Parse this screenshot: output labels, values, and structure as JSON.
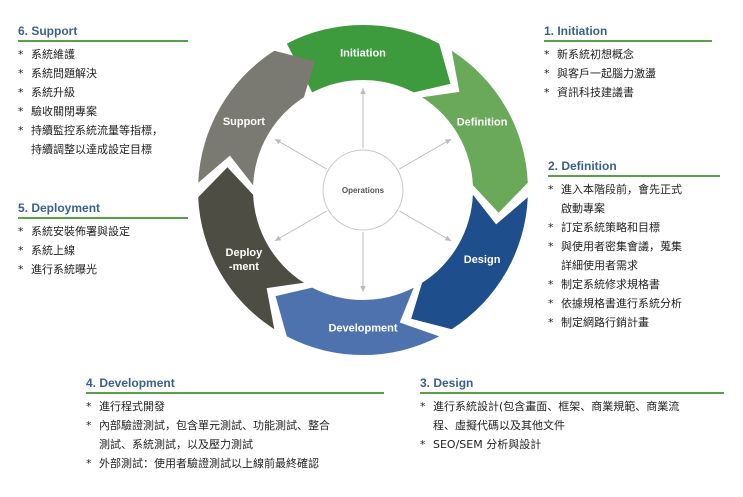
{
  "cycle": {
    "center_label": "Operations",
    "segments": [
      {
        "key": "initiation",
        "label_lines": [
          "Initiation"
        ],
        "color": "#3d9a3d"
      },
      {
        "key": "definition",
        "label_lines": [
          "Definition"
        ],
        "color": "#6aa85a"
      },
      {
        "key": "design",
        "label_lines": [
          "Design"
        ],
        "color": "#1f4e8c"
      },
      {
        "key": "development",
        "label_lines": [
          "Development"
        ],
        "color": "#4e72ad"
      },
      {
        "key": "deployment",
        "label_lines": [
          "Deploy",
          "-ment"
        ],
        "color": "#4d4d43"
      },
      {
        "key": "support",
        "label_lines": [
          "Support"
        ],
        "color": "#7b7a72"
      }
    ]
  },
  "panels": {
    "initiation": {
      "title": "1. Initiation",
      "items": [
        {
          "bullet": "*",
          "lines": [
            "新系統初想概念"
          ]
        },
        {
          "bullet": "*",
          "lines": [
            "與客戶一起腦力激盪"
          ]
        },
        {
          "bullet": "*",
          "lines": [
            "資訊科技建議書"
          ]
        }
      ]
    },
    "definition": {
      "title": "2. Definition",
      "items": [
        {
          "bullet": "*",
          "lines": [
            "進入本階段前，會先正式",
            "啟動專案"
          ]
        },
        {
          "bullet": "*",
          "lines": [
            "訂定系統策略和目標"
          ]
        },
        {
          "bullet": "*",
          "lines": [
            "與使用者密集會議，蒐集",
            "詳細使用者需求"
          ]
        },
        {
          "bullet": "*",
          "lines": [
            "制定系統修求規格書"
          ]
        },
        {
          "bullet": "*",
          "lines": [
            "依據規格書進行系統分析"
          ]
        },
        {
          "bullet": "*",
          "lines": [
            "制定網路行銷計畫"
          ]
        }
      ]
    },
    "design": {
      "title": "3. Design",
      "items": [
        {
          "bullet": "*",
          "lines": [
            "進行系統設計(包含畫面、框架、商業規範、商業流",
            "程、虛擬代碼以及其他文件"
          ]
        },
        {
          "bullet": "*",
          "lines": [
            "SEO/SEM  分析與設計"
          ]
        }
      ]
    },
    "development": {
      "title": "4. Development",
      "items": [
        {
          "bullet": "*",
          "lines": [
            "進行程式開發"
          ]
        },
        {
          "bullet": "*",
          "lines": [
            "內部驗證測試，包含單元測試、功能測試、整合",
            "測試、系統測試，以及壓力測試"
          ]
        },
        {
          "bullet": "*",
          "lines": [
            "外部測試：使用者驗證測試以上線前最終確認"
          ]
        }
      ]
    },
    "deployment": {
      "title": "5. Deployment",
      "items": [
        {
          "bullet": "*",
          "lines": [
            "系統安裝佈署與設定"
          ]
        },
        {
          "bullet": "*",
          "lines": [
            "系統上線"
          ]
        },
        {
          "bullet": "*",
          "lines": [
            "進行系統曝光"
          ]
        }
      ]
    },
    "support": {
      "title": "6. Support",
      "items": [
        {
          "bullet": "*",
          "lines": [
            "系統維護"
          ]
        },
        {
          "bullet": "*",
          "lines": [
            "系統問題解決"
          ]
        },
        {
          "bullet": "*",
          "lines": [
            "系統升級"
          ]
        },
        {
          "bullet": "*",
          "lines": [
            "驗收關閉專案"
          ]
        },
        {
          "bullet": "*",
          "lines": [
            "持續監控系統流量等指標，",
            "持續調整以達成設定目標"
          ]
        }
      ]
    }
  }
}
